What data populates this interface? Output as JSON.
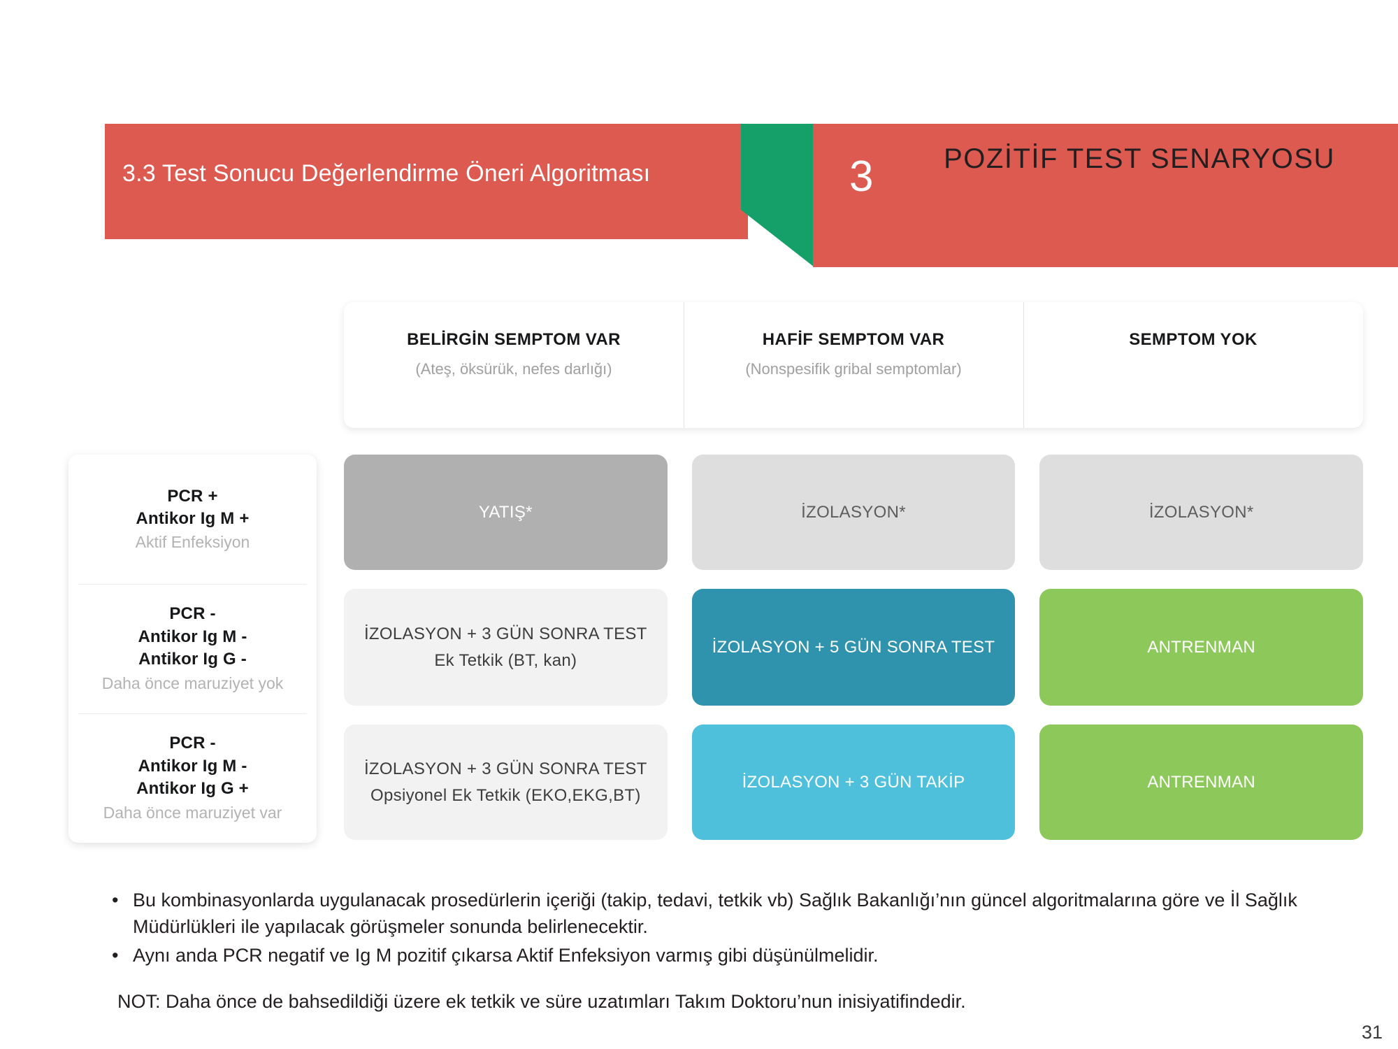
{
  "header": {
    "left_title": "3.3 Test Sonucu Değerlendirme Öneri Algoritması",
    "number": "3",
    "scenario_title": "POZİTİF TEST SENARYOSU",
    "colors": {
      "red": "#dd5a50",
      "green": "#16a069"
    }
  },
  "columns": [
    {
      "title": "BELİRGİN SEMPTOM VAR",
      "subtitle": "(Ateş, öksürük, nefes darlığı)"
    },
    {
      "title": "HAFİF SEMPTOM VAR",
      "subtitle": "(Nonspesifik gribal semptomlar)"
    },
    {
      "title": "SEMPTOM YOK",
      "subtitle": ""
    }
  ],
  "rows": [
    {
      "lines": [
        "PCR +",
        "Antikor Ig M +"
      ],
      "note": "Aktif Enfeksiyon",
      "cells": [
        {
          "line1": "YATIŞ*",
          "line2": "",
          "bg": "#b0b0b0",
          "fg": "#ffffff"
        },
        {
          "line1": "İZOLASYON*",
          "line2": "",
          "bg": "#dedede",
          "fg": "#5d5d5d"
        },
        {
          "line1": "İZOLASYON*",
          "line2": "",
          "bg": "#dedede",
          "fg": "#5d5d5d"
        }
      ]
    },
    {
      "lines": [
        "PCR -",
        "Antikor Ig M -",
        "Antikor Ig G -"
      ],
      "note": "Daha önce maruziyet yok",
      "cells": [
        {
          "line1": "İZOLASYON + 3 GÜN SONRA TEST",
          "line2": "Ek Tetkik (BT, kan)",
          "bg": "#f2f2f2",
          "fg": "#3d3d3d"
        },
        {
          "line1": "İZOLASYON + 5 GÜN SONRA TEST",
          "line2": "",
          "bg": "#2f93ad",
          "fg": "#ffffff"
        },
        {
          "line1": "ANTRENMAN",
          "line2": "",
          "bg": "#8dc95a",
          "fg": "#ffffff"
        }
      ]
    },
    {
      "lines": [
        "PCR -",
        "Antikor Ig M -",
        "Antikor Ig G +"
      ],
      "note": "Daha önce maruziyet var",
      "cells": [
        {
          "line1": "İZOLASYON + 3 GÜN SONRA TEST",
          "line2": "Opsiyonel Ek Tetkik (EKO,EKG,BT)",
          "bg": "#f2f2f2",
          "fg": "#3d3d3d"
        },
        {
          "line1": "İZOLASYON + 3 GÜN TAKİP",
          "line2": "",
          "bg": "#4ec0dc",
          "fg": "#ffffff"
        },
        {
          "line1": "ANTRENMAN",
          "line2": "",
          "bg": "#8dc95a",
          "fg": "#ffffff"
        }
      ]
    }
  ],
  "footer": {
    "bullet_marker": "•",
    "bullets": [
      "Bu kombinasyonlarda uygulanacak prosedürlerin içeriği (takip, tedavi, tetkik vb) Sağlık Bakanlığı’nın güncel algoritmalarına göre ve İl Sağlık Müdürlükleri ile yapılacak görüşmeler sonunda belirlenecektir.",
      "Aynı anda PCR negatif ve Ig M pozitif çıkarsa Aktif Enfeksiyon varmış gibi düşünülmelidir."
    ],
    "note": "NOT: Daha önce de bahsedildiği üzere ek tetkik ve süre uzatımları Takım Doktoru’nun inisiyatifindedir.",
    "page_number": "31"
  }
}
